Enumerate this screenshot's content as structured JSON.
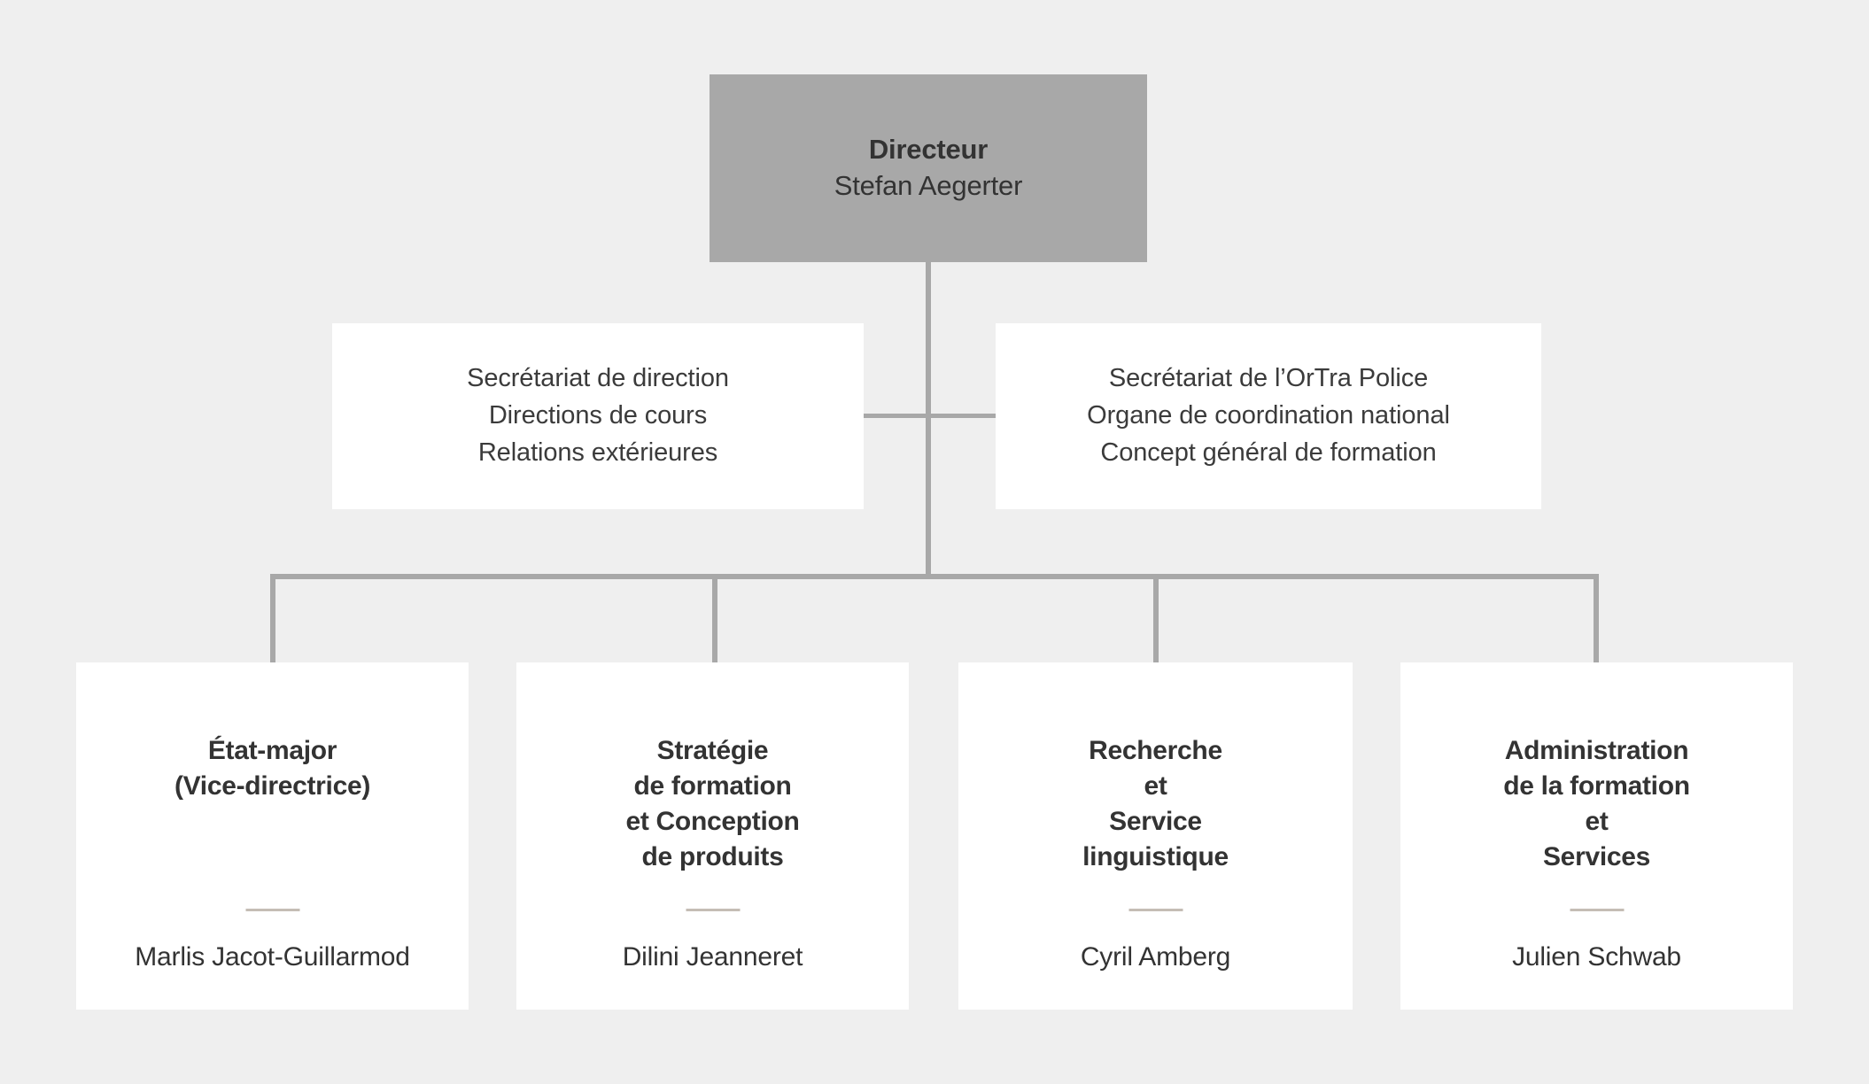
{
  "colors": {
    "background": "#efefef",
    "director_box": "#a8a8a8",
    "box_surface": "#ffffff",
    "connector": "#a8a8a8",
    "divider": "#c5bdb5",
    "text": "#333333"
  },
  "chart_data": {
    "type": "diagram",
    "title": "Organigramme",
    "orientation": "top-down"
  },
  "director": {
    "role": "Directeur",
    "name": "Stefan Aegerter"
  },
  "staff_boxes": [
    {
      "id": "secretariat-direction",
      "lines": [
        "Secrétariat de direction",
        "Directions de cours",
        "Relations extérieures"
      ]
    },
    {
      "id": "secretariat-ortra",
      "lines": [
        "Secrétariat de l’OrTra Police",
        "Organe de coordination national",
        "Concept général de formation"
      ]
    }
  ],
  "units": [
    {
      "id": "etat-major",
      "title": "État-major\n(Vice-directrice)",
      "name": "Marlis Jacot-Guillarmod"
    },
    {
      "id": "strategie-formation",
      "title": "Stratégie\nde formation\net Conception\nde produits",
      "name": "Dilini Jeanneret"
    },
    {
      "id": "recherche-service-linguistique",
      "title": "Recherche\net\nService\nlinguistique",
      "name": "Cyril Amberg"
    },
    {
      "id": "administration-formation-services",
      "title": "Administration\nde la formation\net\nServices",
      "name": "Julien Schwab"
    }
  ]
}
